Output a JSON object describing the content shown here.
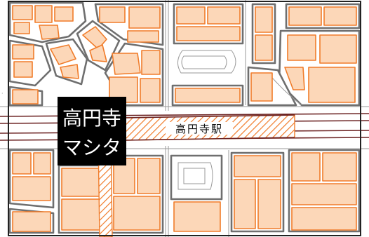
{
  "map": {
    "title_line1": "高円寺",
    "title_line2": "マシタ",
    "station_label": "高円寺駅",
    "colors": {
      "building_fill": "#fcd7b8",
      "building_outline": "#f07c2a",
      "block_outline": "#6f6f6f",
      "railway": "#6b2222",
      "title_background": "#000000",
      "title_text": "#ffffff"
    }
  }
}
